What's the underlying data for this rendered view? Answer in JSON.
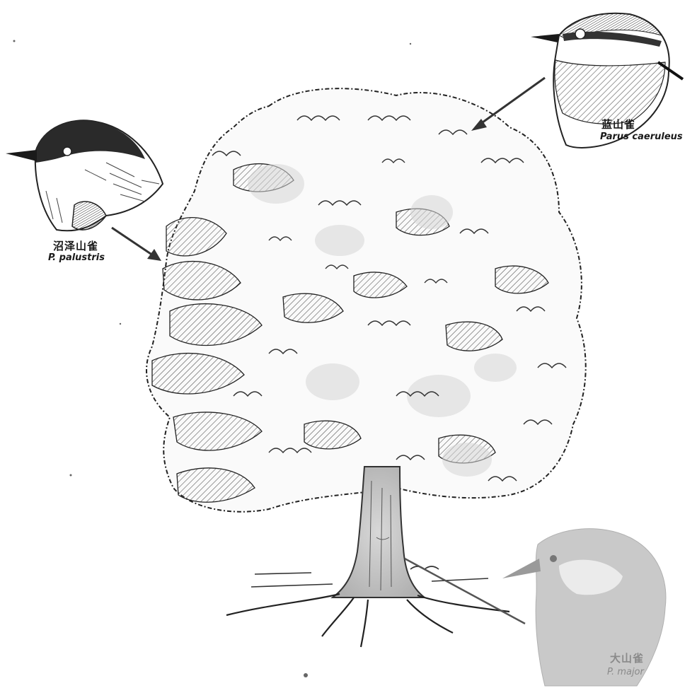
{
  "species": [
    {
      "key": "marsh",
      "chinese": "沼泽山雀",
      "latin": "P. palustris"
    },
    {
      "key": "blue",
      "chinese": "蓝山雀",
      "latin": "Parus caeruleus"
    },
    {
      "key": "great",
      "chinese": "大山雀",
      "latin": "P. major"
    }
  ]
}
